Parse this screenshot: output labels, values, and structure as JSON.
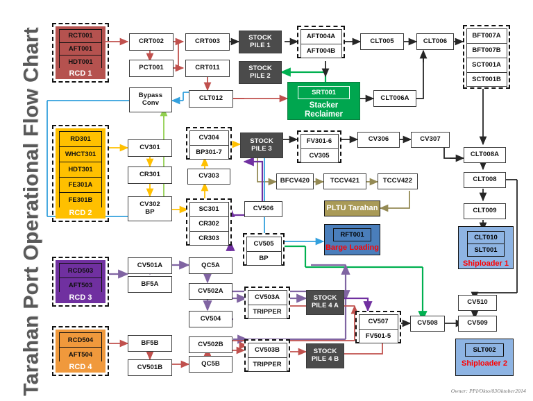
{
  "title": "Tarahan Port Operational Flow Chart",
  "footer": "Owner: PPI/Okto/03Oktober2014",
  "colors": {
    "rcd1": "#b5524f",
    "rcd2": "#ffc000",
    "rcd3": "#7030a0",
    "rcd4": "#f0993c",
    "stockpile": "#4b4b4b",
    "stacker_reclaimer": "#00a64f",
    "pltu": "#a99a57",
    "barge_loading": "#4a7ebb",
    "shiploader": "#8eb4e3",
    "red_flow": "#c0504d",
    "blue_flow": "#33a0dd",
    "green_flow": "#00b050",
    "lightgreen_flow": "#92d050",
    "amber_flow": "#ffc000",
    "olive_flow": "#948a54",
    "purple_flow": "#7030a0",
    "violet_flow": "#8064a2",
    "black_flow": "#262626"
  },
  "rcd_groups": [
    {
      "id": "rcd1",
      "caption": "RCD 1",
      "items": [
        "RCT001",
        "AFT001",
        "HDT001"
      ]
    },
    {
      "id": "rcd2",
      "caption": "RCD 2",
      "items": [
        "RD301",
        "WHCT301",
        "HDT301",
        "FE301A",
        "FE301B"
      ]
    },
    {
      "id": "rcd3",
      "caption": "RCD 3",
      "items": [
        "RCD503",
        "AFT503"
      ]
    },
    {
      "id": "rcd4",
      "caption": "RCD 4",
      "items": [
        "RCD504",
        "AFT504"
      ]
    }
  ],
  "nodes": {
    "crt002": "CRT002",
    "pct001": "PCT001",
    "crt003": "CRT003",
    "crt011": "CRT011",
    "bypass_conv": [
      "Bypass",
      "Conv"
    ],
    "clt012": "CLT012",
    "clt005": "CLT005",
    "clt006": "CLT006",
    "clt006a": "CLT006A",
    "clt008a": "CLT008A",
    "clt008": "CLT008",
    "clt009": "CLT009",
    "cv301": "CV301",
    "cr301": "CR301",
    "cv302_bp": [
      "CV302",
      "BP"
    ],
    "cv303": "CV303",
    "cv306": "CV306",
    "cv307": "CV307",
    "bfcv420": "BFCV420",
    "tccv421": "TCCV421",
    "tccv422": "TCCV422",
    "cv506": "CV506",
    "cv501a": "CV501A",
    "bf5a": "BF5A",
    "qc5a": "QC5A",
    "cv502a": "CV502A",
    "cv504": "CV504",
    "bf5b": "BF5B",
    "cv501b": "CV501B",
    "cv502b": "CV502B",
    "qc5b": "QC5B",
    "cv508": "CV508",
    "cv510": "CV510",
    "cv509": "CV509",
    "pltu_tarahan": "PLTU Tarahan"
  },
  "dash_groups": {
    "aft004": [
      "AFT004A",
      "AFT004B"
    ],
    "bft_sct": [
      "BFT007A",
      "BFT007B",
      "SCT001A",
      "SCT001B"
    ],
    "cv304_bp": [
      "CV304",
      "BP301-7"
    ],
    "sc301": [
      "SC301",
      "CR302",
      "CR303"
    ],
    "fv301_cv305": [
      "FV301-6",
      "CV305"
    ],
    "cv505_bp": [
      "CV505",
      "BP"
    ],
    "cv503a": [
      "CV503A",
      "TRIPPER"
    ],
    "cv503b": [
      "CV503B",
      "TRIPPER"
    ],
    "cv507_fv501": [
      "CV507",
      "FV501-5"
    ]
  },
  "stockpiles": {
    "sp1": [
      "STOCK",
      "PILE 1"
    ],
    "sp2": [
      "STOCK",
      "PILE 2"
    ],
    "sp3": [
      "STOCK",
      "PILE 3"
    ],
    "sp4a": [
      "STOCK",
      "PILE 4 A"
    ],
    "sp4b": [
      "STOCK",
      "PILE 4 B"
    ]
  },
  "stacker_reclaimer": {
    "tag": "SRT001",
    "label_l1": "Stacker",
    "label_l2": "Reclaimer"
  },
  "barge_loading": {
    "tag": "RFT001",
    "label": "Barge Loading"
  },
  "shiploaders": [
    {
      "id": "shiploader1",
      "items": [
        "CLT010",
        "SLT001"
      ],
      "label": "Shiploader 1"
    },
    {
      "id": "shiploader2",
      "items": [
        "SLT002"
      ],
      "label": "Shiploader 2"
    }
  ]
}
